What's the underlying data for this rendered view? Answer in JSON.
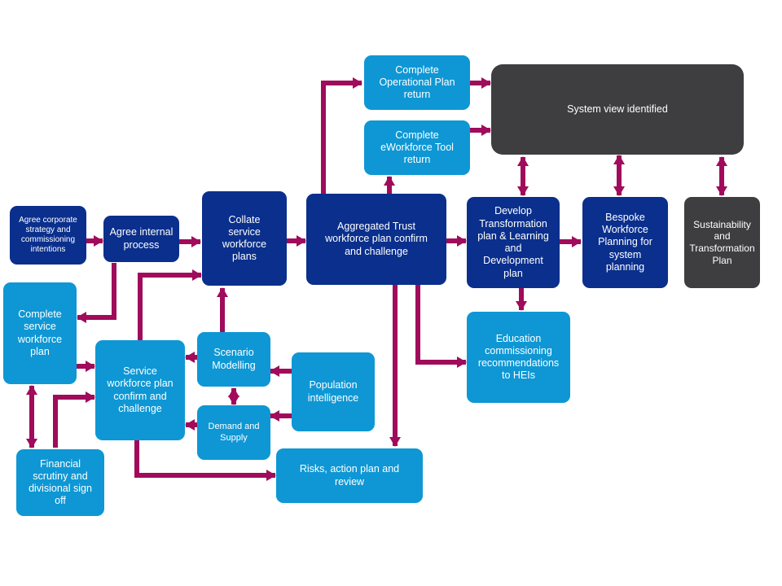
{
  "colors": {
    "navy": "#0a2f8c",
    "sky": "#0e97d4",
    "dark": "#3e3e40",
    "arrow": "#a00b5b"
  },
  "nodes": {
    "agree_corporate": "Agree corporate strategy and commissioning intentions",
    "agree_internal": "Agree internal process",
    "collate_service": "Collate service workforce plans",
    "aggregated_trust": "Aggregated Trust workforce plan confirm and challenge",
    "complete_operational": "Complete Operational Plan return",
    "complete_eworkforce": "Complete eWorkforce Tool return",
    "system_view": "System view identified",
    "develop_transformation": "Develop Transformation plan & Learning and Development plan",
    "bespoke_workforce": "Bespoke Workforce Planning for system planning",
    "sustainability": "Sustainability and Transformation Plan",
    "complete_service_plan": "Complete service workforce plan",
    "service_confirm": "Service workforce plan confirm and challenge",
    "scenario_modelling": "Scenario Modelling",
    "population_intelligence": "Population intelligence",
    "demand_supply": "Demand and Supply",
    "education_commissioning": "Education commissioning recommendations to HEIs",
    "financial_scrutiny": "Financial scrutiny and divisional sign off",
    "risks_action": "Risks, action plan and review"
  }
}
